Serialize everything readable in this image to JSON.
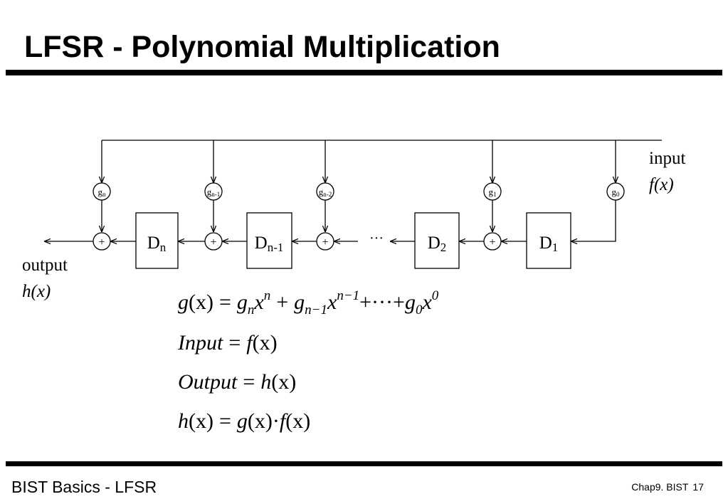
{
  "slide": {
    "title": "LFSR - Polynomial Multiplication",
    "footer_left": "BIST Basics - LFSR",
    "footer_chapter": "Chap9. BIST",
    "footer_page": "17"
  },
  "diagram": {
    "input_label": "input",
    "input_poly": "f(x)",
    "output_label": "output",
    "output_poly": "h(x)",
    "ellipsis": "···",
    "adder_symbol": "+",
    "coefficients": [
      {
        "base": "g",
        "sub": "n"
      },
      {
        "base": "g",
        "sub": "n-1"
      },
      {
        "base": "g",
        "sub": "n-2"
      },
      {
        "base": "g",
        "sub": "1"
      },
      {
        "base": "g",
        "sub": "0"
      }
    ],
    "registers": [
      {
        "base": "D",
        "sub": "n"
      },
      {
        "base": "D",
        "sub": "n-1"
      },
      {
        "base": "D",
        "sub": "2"
      },
      {
        "base": "D",
        "sub": "1"
      }
    ]
  },
  "equations": {
    "eq1": {
      "lhs": "g",
      "lhs_arg": "(x)",
      "equals": "=",
      "t1": "g",
      "t1_sub": "n",
      "t1_var": "x",
      "t1_sup": "n",
      "plus": "+",
      "t2": "g",
      "t2_sub": "n−1",
      "t2_var": "x",
      "t2_sup": "n−1",
      "tail": "+···+",
      "t3": "g",
      "t3_sub": "0",
      "t3_var": "x",
      "t3_sup": "0"
    },
    "eq2": {
      "lhs": "Input",
      "equals": "=",
      "rhs": "f",
      "rhs_arg": "(x)"
    },
    "eq3": {
      "lhs": "Output",
      "equals": "=",
      "rhs": "h",
      "rhs_arg": "(x)"
    },
    "eq4": {
      "lhs": "h",
      "lhs_arg": "(x)",
      "equals": "=",
      "r1": "g",
      "r1_arg": "(x)",
      "dot": "·",
      "r2": "f",
      "r2_arg": "(x)"
    }
  }
}
